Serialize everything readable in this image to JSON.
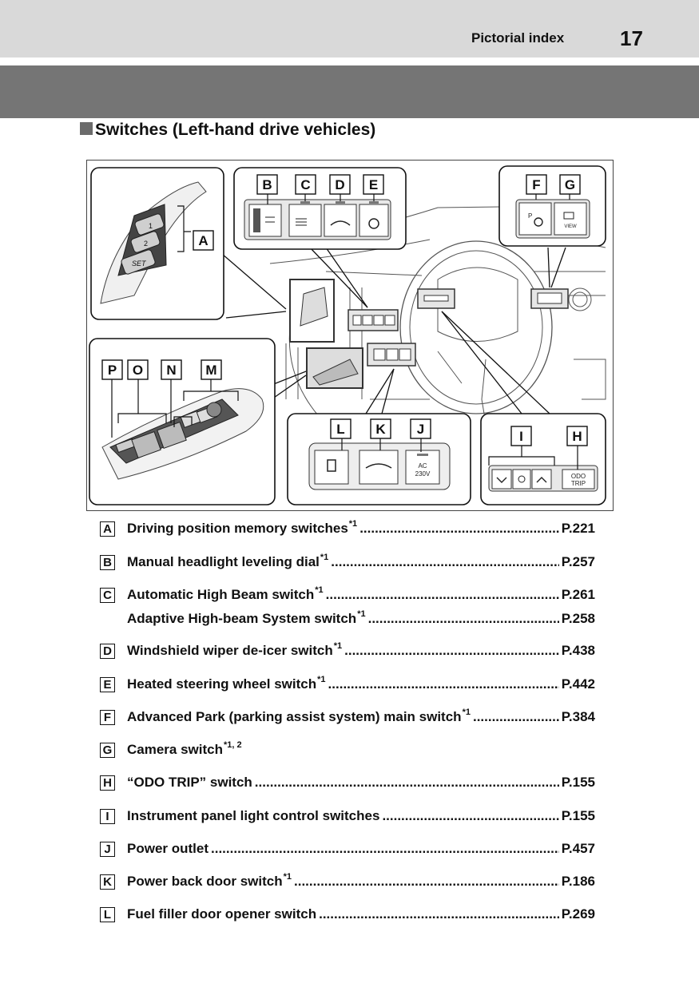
{
  "header": {
    "section": "Pictorial index",
    "page_number": "17"
  },
  "heading": "Switches (Left-hand drive vehicles)",
  "figure": {
    "callouts": [
      "A",
      "B",
      "C",
      "D",
      "E",
      "F",
      "G",
      "H",
      "I",
      "J",
      "K",
      "L",
      "M",
      "N",
      "O",
      "P"
    ],
    "seat_buttons": [
      "1",
      "2",
      "SET"
    ],
    "camera_label": "VIEW",
    "outlet_label_1": "AC",
    "outlet_label_2": "230V",
    "odo_label_1": "ODO",
    "odo_label_2": "TRIP"
  },
  "items": [
    {
      "letter": "A",
      "text": "Driving position memory switches",
      "sup": "*1",
      "page": "P.221"
    },
    {
      "letter": "B",
      "text": "Manual headlight leveling dial",
      "sup": "*1",
      "page": "P.257"
    },
    {
      "letter": "C",
      "text": "Automatic High Beam switch",
      "sup": "*1",
      "page": "P.261"
    },
    {
      "letter": "",
      "text": "Adaptive High-beam System switch",
      "sup": "*1",
      "page": "P.258"
    },
    {
      "letter": "D",
      "text": "Windshield wiper de-icer switch",
      "sup": "*1",
      "page": "P.438"
    },
    {
      "letter": "E",
      "text": "Heated steering wheel switch",
      "sup": "*1",
      "page": "P.442"
    },
    {
      "letter": "F",
      "text": "Advanced Park (parking assist system) main switch",
      "sup": "*1",
      "page": "P.384"
    },
    {
      "letter": "G",
      "text": "Camera switch",
      "sup": "*1, 2",
      "page": ""
    },
    {
      "letter": "H",
      "text": "“ODO TRIP” switch",
      "sup": "",
      "page": "P.155"
    },
    {
      "letter": "I",
      "text": "Instrument panel light control switches",
      "sup": "",
      "page": "P.155"
    },
    {
      "letter": "J",
      "text": "Power outlet",
      "sup": "",
      "page": "P.457"
    },
    {
      "letter": "K",
      "text": "Power back door switch",
      "sup": "*1",
      "page": "P.186"
    },
    {
      "letter": "L",
      "text": "Fuel filler door opener switch",
      "sup": "",
      "page": "P.269"
    }
  ]
}
